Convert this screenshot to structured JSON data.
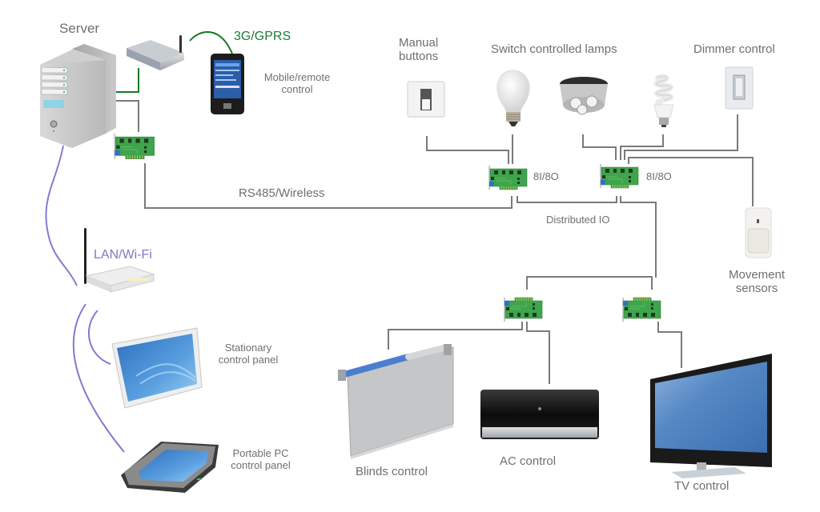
{
  "colors": {
    "wire_gray": "#7a7a7a",
    "wire_green": "#137a23",
    "wire_blue": "#7f7cd0",
    "label_gray": "#6f6f6f",
    "label_green": "#1f7a3a",
    "label_blue": "#7e7ac9",
    "board_green": "#3aa14a",
    "screen_blue": "#4a86c8"
  },
  "labels": {
    "server": "Server",
    "gprs": "3G/GPRS",
    "mobile": [
      "Mobile/remote",
      "control"
    ],
    "manual_buttons": [
      "Manual",
      "buttons"
    ],
    "switch_lamps": "Switch controlled lamps",
    "dimmer": "Dimmer control",
    "io_module_1": "8I/8O",
    "io_module_2": "8I/8O",
    "rs485": "RS485/Wireless",
    "distributed_io": "Distributed IO",
    "movement": [
      "Movement",
      "sensors"
    ],
    "lan_wifi": "LAN/Wi-Fi",
    "stationary_panel": [
      "Stationary",
      "control panel"
    ],
    "portable_panel": [
      "Portable PC",
      "control panel"
    ],
    "blinds": "Blinds control",
    "ac": "AC control",
    "tv": "TV control"
  },
  "devices": [
    {
      "id": "server",
      "icon": "server-tower-icon"
    },
    {
      "id": "gsm-modem",
      "icon": "gsm-modem-icon"
    },
    {
      "id": "pda",
      "icon": "pda-phone-icon"
    },
    {
      "id": "server-io-card",
      "icon": "io-card-icon"
    },
    {
      "id": "wall-switch",
      "icon": "wall-switch-icon"
    },
    {
      "id": "incandescent-bulb",
      "icon": "light-bulb-icon"
    },
    {
      "id": "led-downlight",
      "icon": "downlight-icon"
    },
    {
      "id": "cfl-bulb",
      "icon": "cfl-bulb-icon"
    },
    {
      "id": "dimmer",
      "icon": "dimmer-switch-icon"
    },
    {
      "id": "io-module-1",
      "icon": "io-card-icon"
    },
    {
      "id": "io-module-2",
      "icon": "io-card-icon"
    },
    {
      "id": "pir-sensor",
      "icon": "motion-sensor-icon"
    },
    {
      "id": "router",
      "icon": "wifi-router-icon"
    },
    {
      "id": "io-module-3",
      "icon": "io-card-icon"
    },
    {
      "id": "io-module-4",
      "icon": "io-card-icon"
    },
    {
      "id": "monitor",
      "icon": "touch-monitor-icon"
    },
    {
      "id": "tablet",
      "icon": "tablet-icon"
    },
    {
      "id": "roller-blind",
      "icon": "roller-blind-icon"
    },
    {
      "id": "air-conditioner",
      "icon": "air-conditioner-icon"
    },
    {
      "id": "television",
      "icon": "tv-icon"
    }
  ]
}
